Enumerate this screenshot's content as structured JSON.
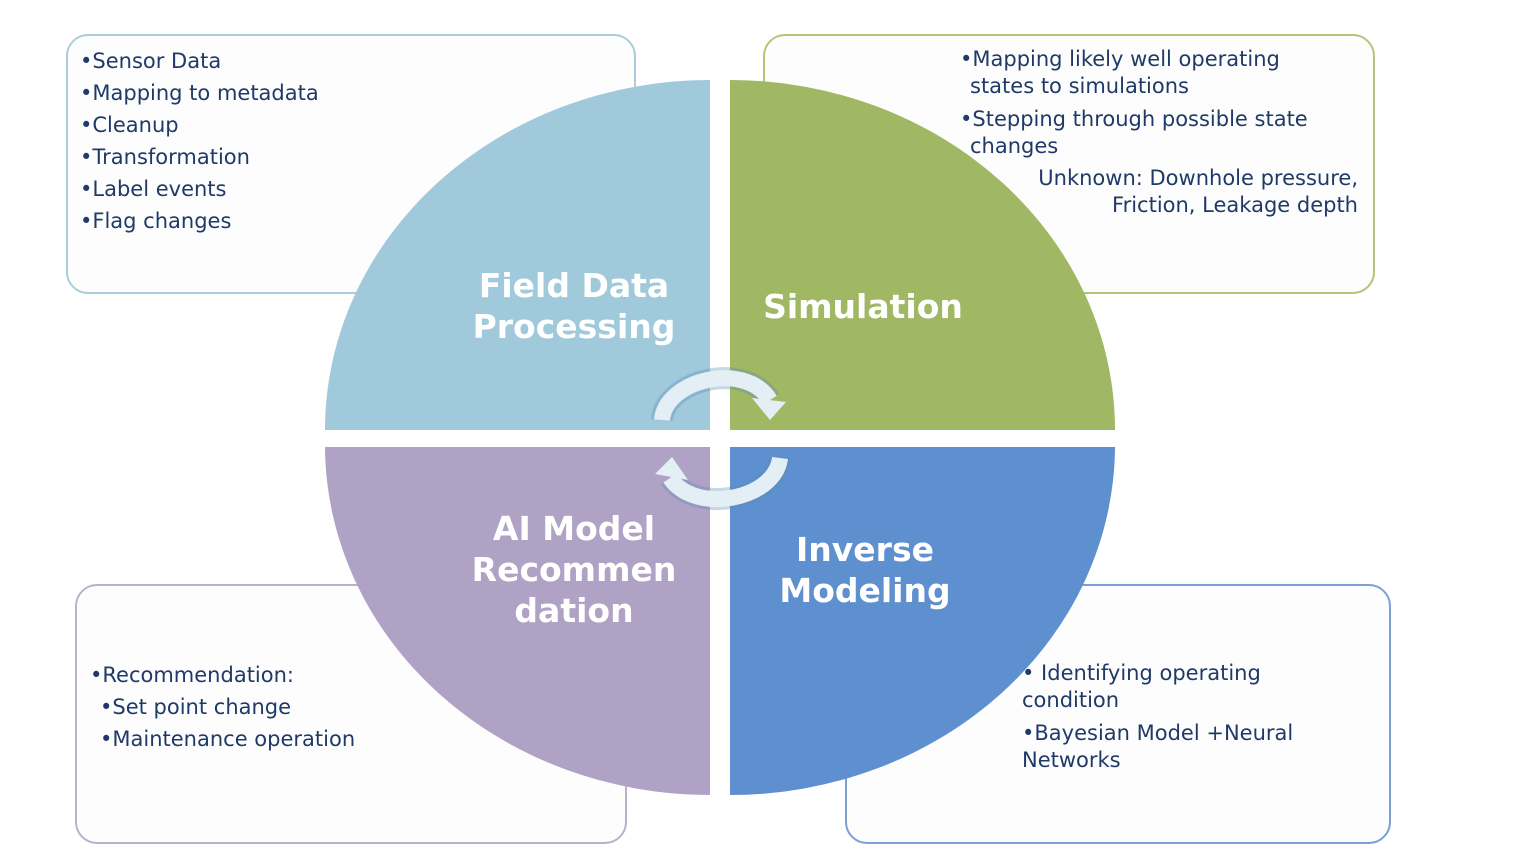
{
  "quadrants": {
    "top_left": {
      "line1": "Field Data",
      "line2": "Processing",
      "color": "#a0cadb"
    },
    "top_right": {
      "line1": "Simulation",
      "color": "#a0b763"
    },
    "bottom_left": {
      "line1": "AI Model",
      "line2": "Recommen",
      "line3": "dation",
      "color": "#b0a2c5"
    },
    "bottom_right": {
      "line1": "Inverse",
      "line2": "Modeling",
      "color": "#5e8fcf"
    }
  },
  "boxes": {
    "field_data": {
      "items": [
        "•Sensor Data",
        "•Mapping to metadata",
        "•Cleanup",
        "•Transformation",
        "•Label events",
        "•Flag changes"
      ]
    },
    "simulation": {
      "item1_line1": "•Mapping likely well operating",
      "item1_line2": "states to simulations",
      "item2_line1": "•Stepping through possible state",
      "item2_line2": "changes",
      "unknown_line1": "Unknown: Downhole pressure,",
      "unknown_line2": "Friction, Leakage depth"
    },
    "recommendation": {
      "heading": "•Recommendation:",
      "sub_items": [
        "•Set point change",
        "•Maintenance operation"
      ]
    },
    "inverse_modeling": {
      "item1_line1": "• Identifying operating",
      "item1_line2": "condition",
      "item2_line1": "•Bayesian Model +Neural",
      "item2_line2": "Networks"
    }
  },
  "cycle_arrows": {
    "color": "#e4eff5",
    "icon": "cycle-arrows-icon"
  }
}
